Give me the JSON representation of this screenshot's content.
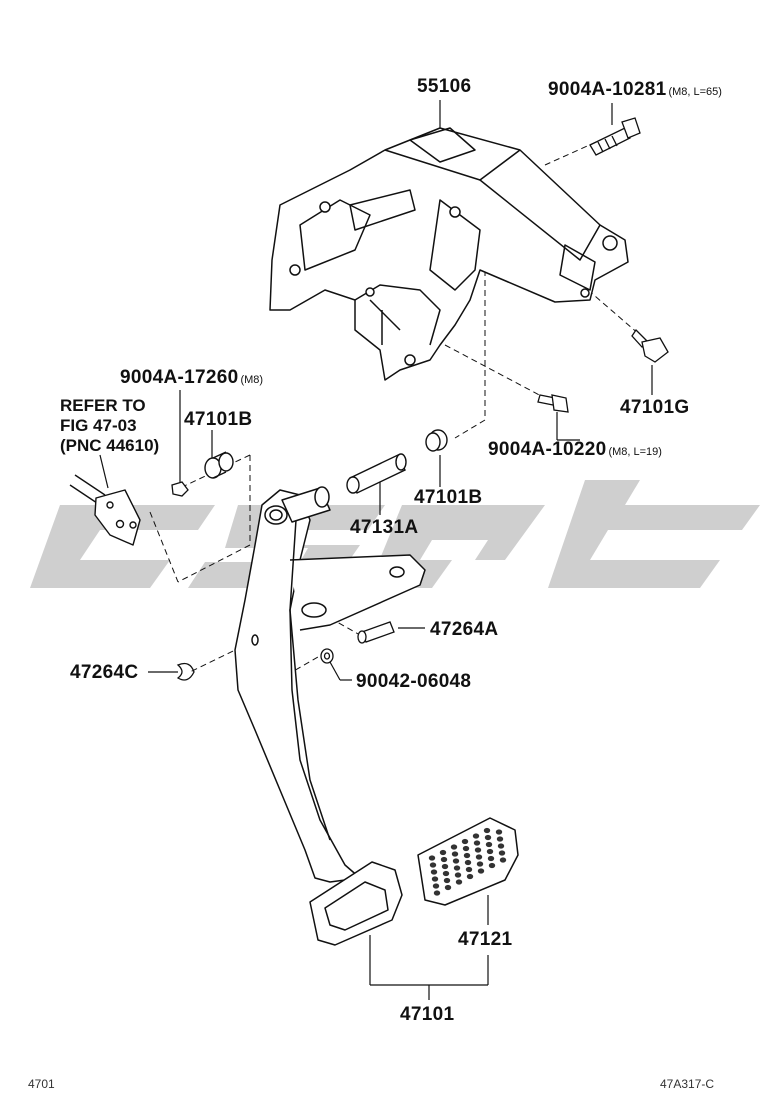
{
  "watermark": {
    "color": "#cfcfcf"
  },
  "labels": {
    "bracket": "55106",
    "bolt_top": {
      "code": "9004A-10281",
      "spec": "(M8, L=65)"
    },
    "nut_g": "47101G",
    "bolt_mid": {
      "code": "9004A-10220",
      "spec": "(M8, L=19)"
    },
    "nut_left": {
      "code": "9004A-17260",
      "spec": "(M8)"
    },
    "refer": {
      "line1": "REFER TO",
      "line2": "FIG 47-03",
      "line3": "(PNC 44610)"
    },
    "bushing_left": "47101B",
    "bushing_right": "47101B",
    "collar": "47131A",
    "pin": "47264A",
    "clip": "47264C",
    "washer": "90042-06048",
    "pad": "47121",
    "pedal_assy": "47101"
  },
  "footer": {
    "page_ref": "4701",
    "figure_code": "47A317-C"
  }
}
